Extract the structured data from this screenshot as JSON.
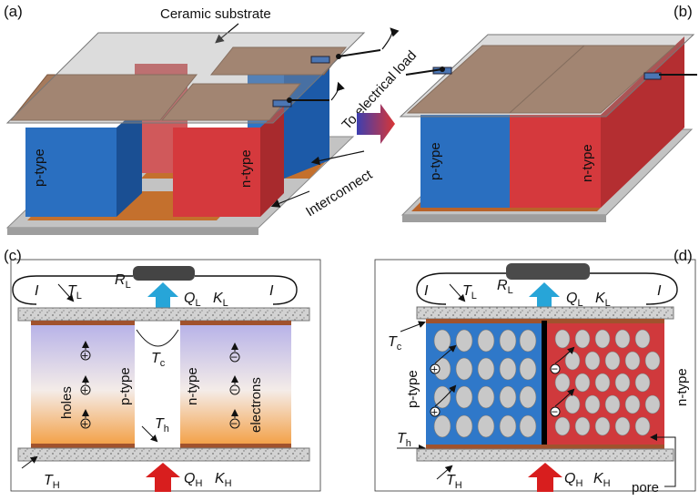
{
  "panels": {
    "a": {
      "letter": "(a)",
      "ceramic_label": "Ceramic substrate",
      "electrical_label": "To electrical load",
      "p_label": "p-type",
      "n_label": "n-type",
      "interconnect_label": "Interconnect"
    },
    "b": {
      "letter": "(b)",
      "p_label": "p-type",
      "n_label": "n-type"
    },
    "c": {
      "letter": "(c)",
      "current": "I",
      "T": "T",
      "L": "L",
      "R": "R",
      "Q": "Q",
      "K": "K",
      "c_sub": "c",
      "h_sub": "h",
      "H_sub": "H",
      "holes_label": "holes",
      "electrons_label": "electrons",
      "p_label": "p-type",
      "n_label": "n-type",
      "plus": "+",
      "minus": "−"
    },
    "d": {
      "letter": "(d)",
      "current": "I",
      "T": "T",
      "L": "L",
      "R": "R",
      "Q": "Q",
      "K": "K",
      "c_sub": "c",
      "h_sub": "h",
      "H_sub": "H",
      "p_label": "p-type",
      "n_label": "n-type",
      "pore_label": "pore",
      "plus": "+",
      "minus": "−"
    }
  },
  "colors": {
    "p_type": "#1f66b8",
    "n_type": "#d7373b",
    "brown_pad": "#9b7255",
    "copper": "#b8632a",
    "ceramic": "#bfbfbf",
    "heat_cold": "#27a5d8",
    "heat_hot": "#d81e1e",
    "pore": "#c8c8c8",
    "load": "#444444"
  }
}
